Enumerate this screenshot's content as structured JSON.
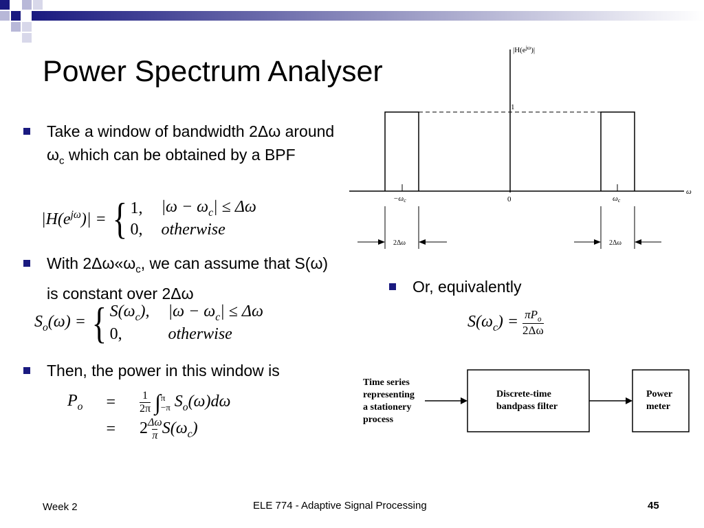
{
  "slide": {
    "title": "Power Spectrum Analyser",
    "bullets": [
      {
        "pre": "Take a window of bandwidth 2Δω around ω",
        "sub": "c",
        "post": " which can be obtained by a BPF"
      },
      {
        "pre": "With 2Δω«ω",
        "sub": "c",
        "post": ", we can assume that S(ω) is constant over 2Δω"
      },
      {
        "pre": "Then, the power in this window is",
        "sub": "",
        "post": ""
      },
      {
        "pre": "Or, equivalently",
        "sub": "",
        "post": ""
      }
    ],
    "eq1": {
      "lhs": "|H(e",
      "lhs_sup": "jω",
      "lhs_end": ")| =",
      "row1_val": "1,",
      "row1_cond": "|ω − ω",
      "row1_cond_sub": "c",
      "row1_cond_end": "| ≤ Δω",
      "row2_val": "0,",
      "row2_cond": "otherwise"
    },
    "eq2": {
      "lhs": "S",
      "lhs_sub": "o",
      "lhs_end": "(ω) =",
      "row1_val": "S(ω",
      "row1_val_sub": "c",
      "row1_val_end": "),",
      "row1_cond": "|ω − ω",
      "row1_cond_sub": "c",
      "row1_cond_end": "| ≤ Δω",
      "row2_val": "0,",
      "row2_cond": "otherwise"
    },
    "eq3": {
      "l1_lhs": "P",
      "l1_lhs_sub": "o",
      "eq": "=",
      "frac1_num": "1",
      "frac1_den": "2π",
      "int_upper": "π",
      "int_lower": "−π",
      "integrand": "S",
      "integrand_sub": "o",
      "integrand_end": "(ω)dω",
      "l2_pre": "2",
      "frac2_num": "Δω",
      "frac2_den": "π",
      "l2_post": "S(ω",
      "l2_post_sub": "c",
      "l2_post_end": ")"
    },
    "eq4": {
      "lhs": "S(ω",
      "lhs_sub": "c",
      "lhs_end": ") =",
      "num": "πP",
      "num_sub": "o",
      "den": "2Δω"
    }
  },
  "figure": {
    "y_label": "|H(e",
    "y_label_sup": "jω",
    "y_label_end": ")|",
    "one_label": "1",
    "x_label": "ω",
    "neg_wc": "−ω",
    "neg_wc_sub": "c",
    "zero": "0",
    "wc": "ω",
    "wc_sub": "c",
    "bw_label": "2Δω"
  },
  "block_diagram": {
    "input_text": [
      "Time series",
      "representing",
      "a stationery",
      "process"
    ],
    "filter_text": [
      "Discrete-time",
      "bandpass filter"
    ],
    "meter_text": [
      "Power",
      "meter"
    ]
  },
  "footer": {
    "week": "Week 2",
    "course": "ELE 774 - Adaptive Signal Processing",
    "page": "45"
  },
  "colors": {
    "accent": "#1a1a80",
    "squares_light": "#b8b8d8"
  }
}
